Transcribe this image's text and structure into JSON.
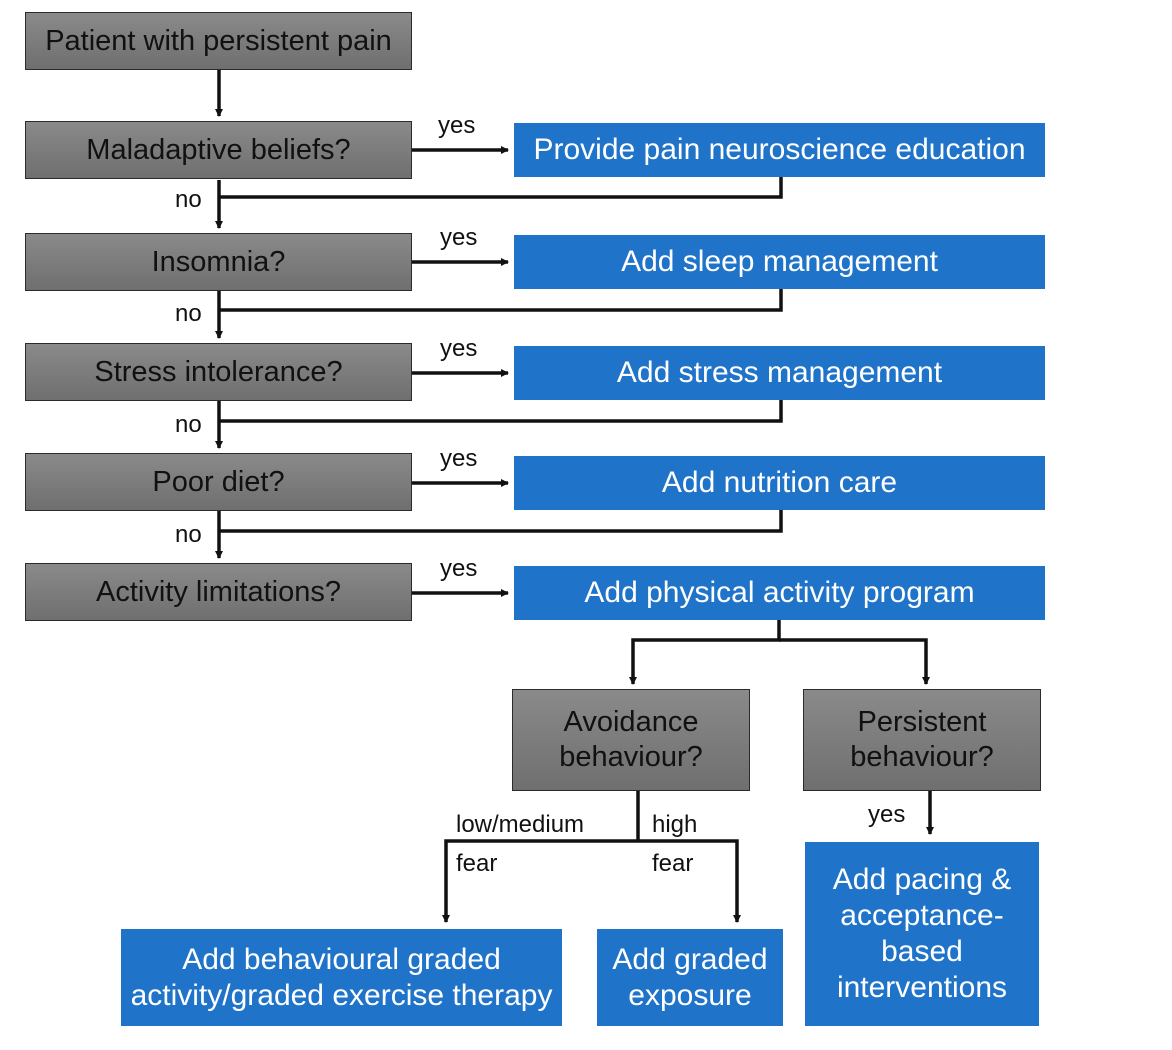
{
  "start": "Patient with persistent pain",
  "questions": {
    "q1": "Maladaptive beliefs?",
    "q2": "Insomnia?",
    "q3": "Stress intolerance?",
    "q4": "Poor diet?",
    "q5": "Activity limitations?"
  },
  "actions": {
    "a1": "Provide pain neuroscience education",
    "a2": "Add sleep management",
    "a3": "Add stress management",
    "a4": "Add nutrition care",
    "a5": "Add physical activity program"
  },
  "branch": {
    "avoidance_l1": "Avoidance",
    "avoidance_l2": "behaviour?",
    "persistent_l1": "Persistent",
    "persistent_l2": "behaviour?",
    "outcome_low_l1": "Add behavioural graded",
    "outcome_low_l2": "activity/graded  exercise therapy",
    "outcome_high_l1": "Add graded",
    "outcome_high_l2": "exposure",
    "outcome_pacing_l1": "Add pacing &",
    "outcome_pacing_l2": "acceptance-",
    "outcome_pacing_l3": "based",
    "outcome_pacing_l4": "interventions"
  },
  "labels": {
    "yes": "yes",
    "no": "no",
    "low_medium": "low/medium",
    "high": "high",
    "fear": "fear"
  },
  "colors": {
    "question_fill": "#7a7a7a",
    "action_fill": "#1f73c9",
    "connector": "#111111"
  }
}
